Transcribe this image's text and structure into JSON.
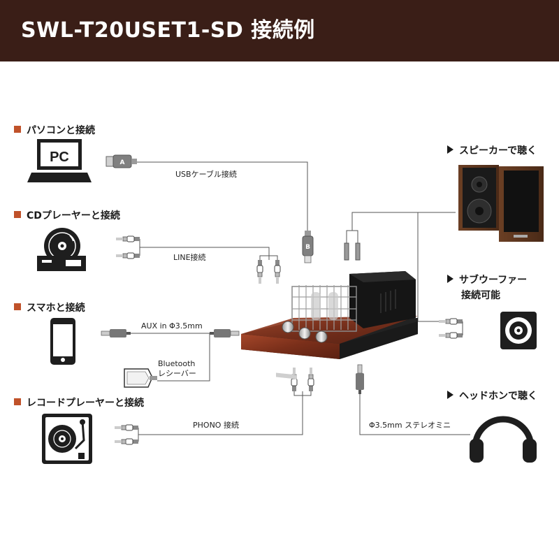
{
  "header": {
    "title": "SWL-T20USET1-SD 接続例"
  },
  "sections": {
    "pc": "パソコンと接続",
    "cd": "CDプレーヤーと接続",
    "phone": "スマホと接続",
    "record": "レコードプレーヤーと接続",
    "speaker": "スピーカーで聴く",
    "subwoofer_1": "サブウーファー",
    "subwoofer_2": "接続可能",
    "headphone": "ヘッドホンで聴く"
  },
  "icons": {
    "pc_label": "PC",
    "usb_a": "A",
    "usb_b": "B"
  },
  "connections": {
    "usb": "USBケーブル接続",
    "line": "LINE接続",
    "aux": "AUX in Φ3.5mm",
    "bluetooth_1": "Bluetooth",
    "bluetooth_2": "レシーバー",
    "phono": "PHONO 接続",
    "stereo_mini": "Φ3.5mm ステレオミニ"
  },
  "colors": {
    "header_bg": "#3a1e17",
    "accent": "#c0522a",
    "icon": "#1e1e1e",
    "wood": "#7a2f1a"
  }
}
